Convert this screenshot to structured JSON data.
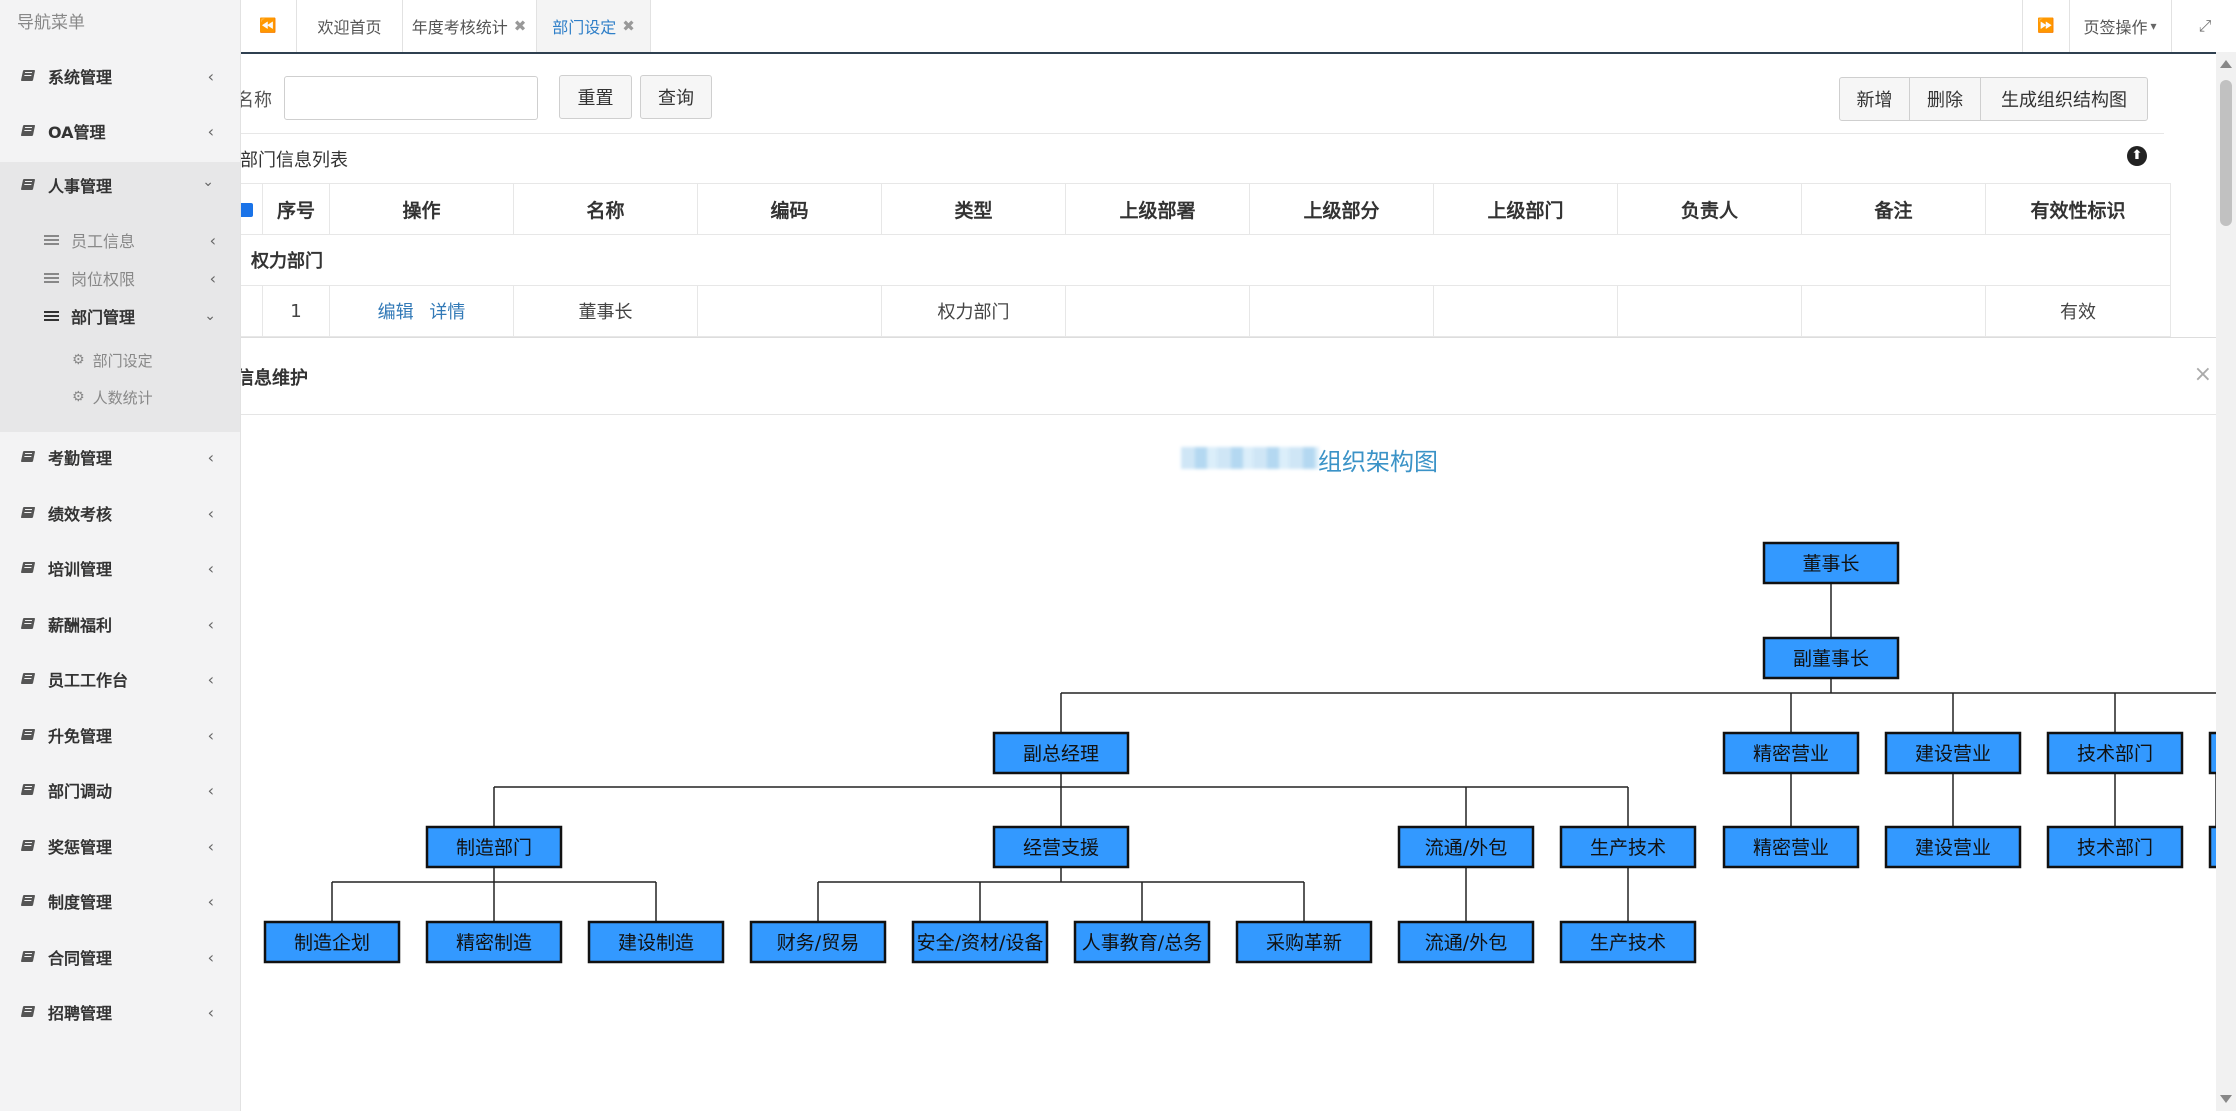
{
  "sidebar": {
    "header": "导航菜单",
    "menu": [
      {
        "label": "系统管理"
      },
      {
        "label": "OA管理"
      },
      {
        "label": "人事管理"
      },
      {
        "label": "考勤管理"
      },
      {
        "label": "绩效考核"
      },
      {
        "label": "培训管理"
      },
      {
        "label": "薪酬福利"
      },
      {
        "label": "员工工作台"
      },
      {
        "label": "升免管理"
      },
      {
        "label": "部门调动"
      },
      {
        "label": "奖惩管理"
      },
      {
        "label": "制度管理"
      },
      {
        "label": "合同管理"
      },
      {
        "label": "招聘管理"
      }
    ],
    "sub": [
      {
        "label": "员工信息"
      },
      {
        "label": "岗位权限"
      },
      {
        "label": "部门管理"
      }
    ],
    "subsub": [
      {
        "label": "部门设定"
      },
      {
        "label": "人数统计"
      }
    ],
    "chevron_left": "‹",
    "chevron_down": "⌄"
  },
  "tabs": {
    "prev": "⏪",
    "items": [
      {
        "label": "欢迎首页"
      },
      {
        "label": "年度考核统计"
      },
      {
        "label": "部门设定"
      }
    ],
    "close_glyph": "✖",
    "next": "⏩",
    "page_ops": "页签操作",
    "page_ops_caret": "▾",
    "fullscreen": "⤢"
  },
  "toolbar": {
    "search_label": "名称",
    "search_value": "",
    "reset": "重置",
    "query": "查询",
    "add": "新增",
    "delete": "删除",
    "generate": "生成组织结构图"
  },
  "list": {
    "title": "部门信息列表",
    "upload_icon": "⬆",
    "columns": [
      "",
      "序号",
      "操作",
      "名称",
      "编码",
      "类型",
      "上级部署",
      "上级部分",
      "上级部门",
      "负责人",
      "备注",
      "有效性标识"
    ],
    "group": "权力部门",
    "rows": [
      {
        "index": "1",
        "edit": "编辑",
        "detail": "详情",
        "name": "董事长",
        "code": "",
        "type": "权力部门",
        "up1": "",
        "up2": "",
        "up3": "",
        "owner": "",
        "remark": "",
        "valid": "有效"
      }
    ]
  },
  "dialog": {
    "title": "信息维护",
    "close": "×",
    "chart_title": "组织架构图"
  },
  "org": {
    "nodes": [
      "董事长",
      "副董事长",
      "副总经理",
      "精密营业",
      "建设营业",
      "技术部门",
      "精密营业",
      "建设营业",
      "技术部门",
      "制造部门",
      "经营支援",
      "流通/外包",
      "生产技术",
      "制造企划",
      "精密制造",
      "建设制造",
      "财务/贸易",
      "安全/资材/设备",
      "人事教育/总务",
      "采购革新",
      "流通/外包",
      "生产技术"
    ]
  },
  "colors": {
    "node_fill": "#3399ff",
    "accent": "#2f7fc8",
    "sidebar_bg": "#f3f3f4"
  }
}
